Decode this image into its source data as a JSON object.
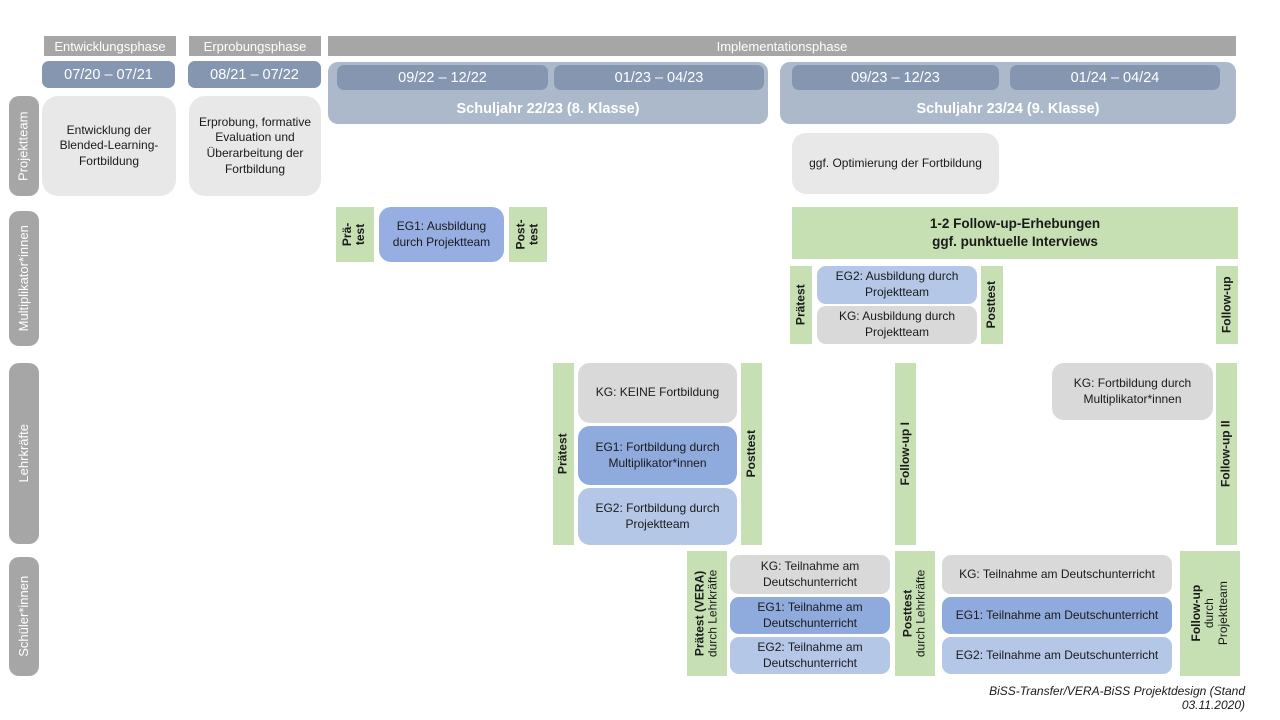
{
  "colors": {
    "phase_gray": "#a6a6a6",
    "date_blue": "#8496b0",
    "schoolyear_blue": "#acb9ca",
    "light_gray_box": "#e9e8e8",
    "kg_gray": "#d9d9d9",
    "eg1_blue": "#8faadc",
    "eg2_blue": "#b4c7e7",
    "test_green": "#c6e0b4"
  },
  "phases": {
    "development": "Entwicklungsphase",
    "probation": "Erprobungsphase",
    "implementation": "Implementationsphase"
  },
  "timeline": {
    "dates": [
      "07/20 – 07/21",
      "08/21 – 07/22",
      "09/22 – 12/22",
      "01/23 – 04/23",
      "09/23 – 12/23",
      "01/24 – 04/24"
    ],
    "school_years": [
      "Schuljahr 22/23 (8. Klasse)",
      "Schuljahr 23/24 (9. Klasse)"
    ]
  },
  "rows": [
    "Projektteam",
    "Multiplikator*innen",
    "Lehrkräfte",
    "Schüler*innen"
  ],
  "projektteam": {
    "development": "Entwicklung der Blended-Learning-Fortbildung",
    "probation": "Erprobung, formative Evaluation und Überarbeitung der Fortbildung",
    "optimization": "ggf. Optimierung der Fortbildung"
  },
  "multiplikator": {
    "pretest": [
      "Prä-",
      "test"
    ],
    "eg1": "EG1: Ausbildung durch Projektteam",
    "posttest": [
      "Post-",
      "test"
    ],
    "followup_survey": [
      "1-2 Follow-up-Erhebungen",
      "ggf. punktuelle Interviews"
    ],
    "praetest2": "Prätest",
    "eg2": "EG2: Ausbildung durch Projektteam",
    "kg": "KG: Ausbildung durch Projektteam",
    "posttest2": "Posttest",
    "followup": "Follow-up"
  },
  "lehrkraefte": {
    "praetest": "Prätest",
    "kg": "KG: KEINE Fortbildung",
    "eg1": "EG1: Fortbildung durch Multiplikator*innen",
    "eg2": "EG2: Fortbildung durch Projektteam",
    "posttest": "Posttest",
    "followup1": "Follow-up I",
    "kg_right": "KG: Fortbildung durch Multiplikator*innen",
    "followup2": "Follow-up II"
  },
  "schueler": {
    "praetest": [
      "Prätest (VERA)",
      "durch Lehrkräfte"
    ],
    "kg": "KG: Teilnahme am Deutschunterricht",
    "eg1": "EG1: Teilnahme am Deutschunterricht",
    "eg2": "EG2: Teilnahme am Deutschunterricht",
    "posttest": [
      "Posttest",
      "durch Lehrkräfte"
    ],
    "followup": [
      "Follow-up",
      "durch",
      "Projektteam"
    ]
  },
  "footer": "BiSS-Transfer/VERA-BiSS Projektdesign (Stand 03.11.2020)"
}
